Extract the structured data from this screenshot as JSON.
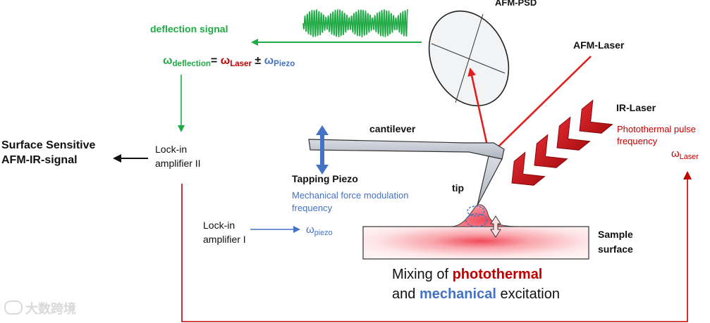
{
  "colors": {
    "green": "#1faa45",
    "red": "#c00000",
    "laser_red": "#e02020",
    "blue": "#4472c4",
    "dark": "#111111",
    "sample_glow": "#f05060",
    "chevron": "#c0161b"
  },
  "labels": {
    "afm_psd": "AFM-PSD",
    "afm_laser": "AFM-Laser",
    "deflection_signal": "deflection signal",
    "cantilever": "cantilever",
    "tapping_piezo": "Tapping Piezo",
    "tip": "tip",
    "ir_laser": "IR-Laser",
    "surface_sensitive_line1": "Surface Sensitive",
    "surface_sensitive_line2": "AFM-IR-signal",
    "lockin2_line1": "Lock-in",
    "lockin2_line2": "amplifier II",
    "lockin1_line1": "Lock-in",
    "lockin1_line2": "amplifier I",
    "sample_line1": "Sample",
    "sample_line2": "surface"
  },
  "equation": {
    "omega1": "ω",
    "sub1": "deflection",
    "eq": "=",
    "omega2": "ω",
    "sub2": "Laser",
    "pm": "±",
    "omega3": "ω",
    "sub3": "Piezo"
  },
  "mechanical": {
    "line1": "Mechanical force modulation",
    "line2": "frequency"
  },
  "photothermal": {
    "line1": "Photothermal pulse",
    "line2": "frequency"
  },
  "omega_laser": {
    "omega": "ω",
    "sub": "Laser"
  },
  "omega_piezo": {
    "omega": "ω",
    "sub": "piezo"
  },
  "caption": {
    "line1_a": "Mixing of ",
    "line1_b": "photothermal",
    "line2_a": "and ",
    "line2_b": "mechanical",
    "line2_c": " excitation"
  },
  "watermark": "大数跨境"
}
